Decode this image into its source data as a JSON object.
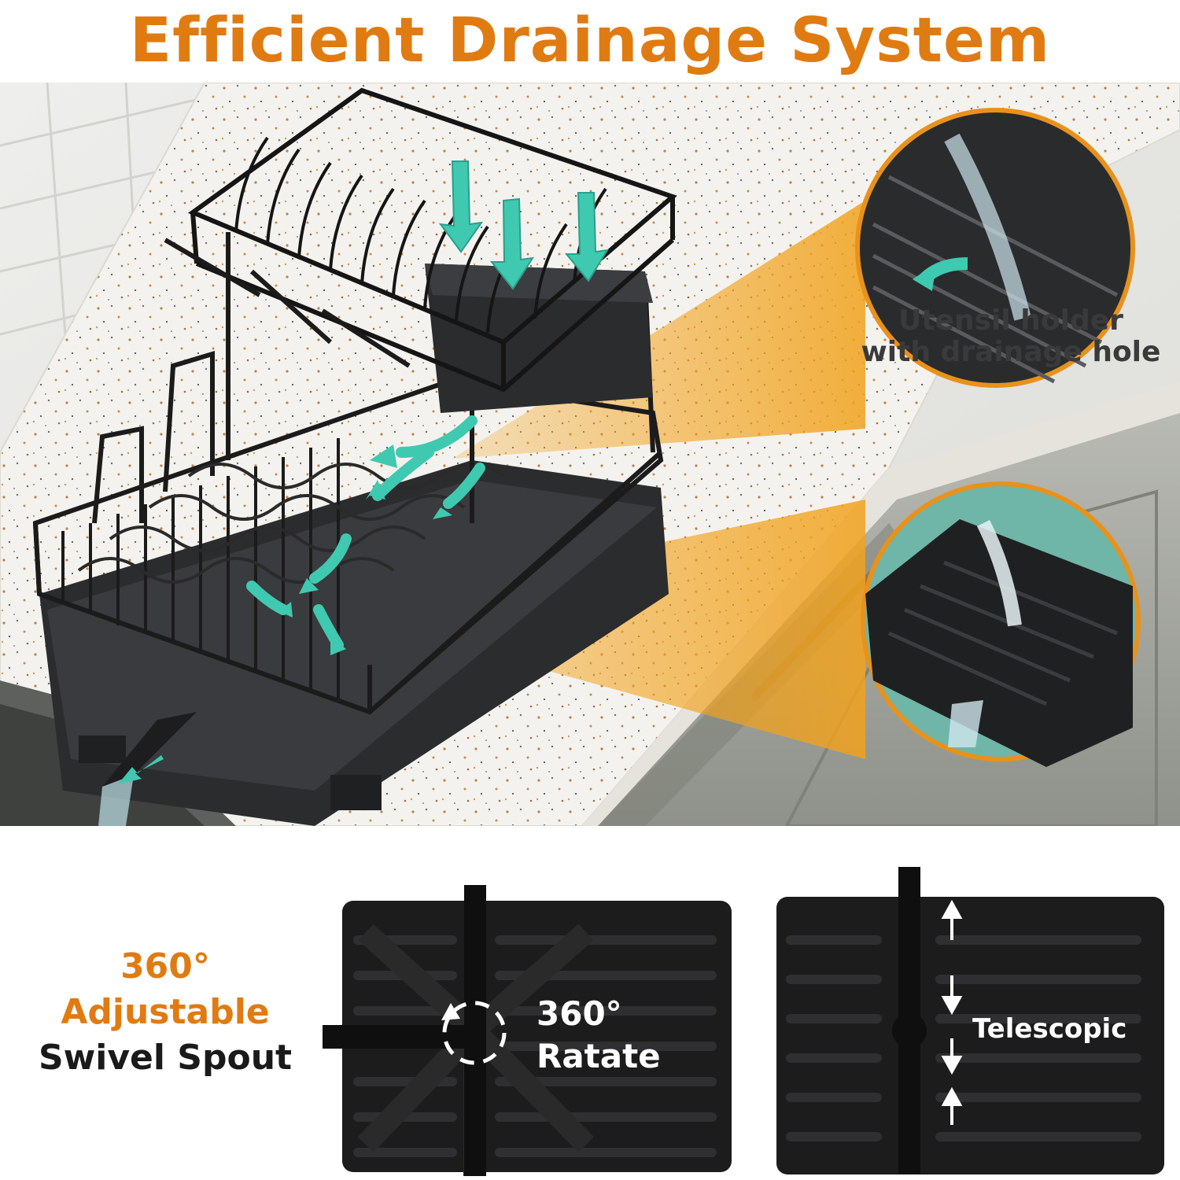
{
  "title": "Efficient Drainage System",
  "colors": {
    "accent_orange": "#E07B12",
    "arrow_teal": "#3FC9B0",
    "rack_black": "#1a1a1a",
    "counter_white": "#f2f0ec",
    "cabinet_grey": "#a8aaa2"
  },
  "callouts": {
    "utensil_line1": "Utensil holder",
    "utensil_line2": "with drainage hole"
  },
  "spout": {
    "line1": "360°",
    "line2": "Adjustable",
    "line3": "Swivel Spout"
  },
  "rotate": {
    "line1": "360°",
    "line2": "Ratate"
  },
  "telescopic": "Telescopic",
  "icons": [
    "flow-arrow-icon",
    "rotate-icon",
    "double-arrow-icon"
  ]
}
